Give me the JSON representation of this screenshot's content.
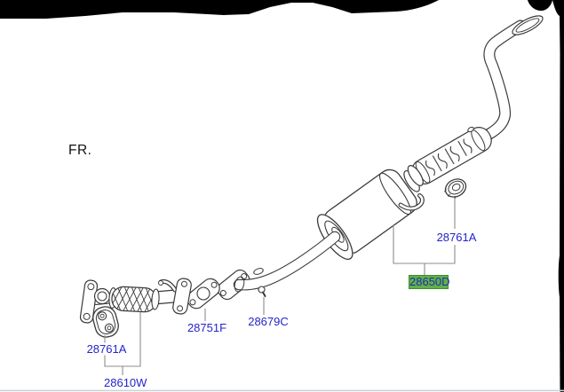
{
  "diagram": {
    "fr_label": "FR."
  },
  "callouts": [
    {
      "part_no": "28761A"
    },
    {
      "part_no": "28650D",
      "highlighted": true
    },
    {
      "part_no": "28751F"
    },
    {
      "part_no": "28679C"
    },
    {
      "part_no": "28761A"
    },
    {
      "part_no": "28610W"
    }
  ],
  "colors": {
    "label_text": "#2424cc",
    "highlight_bg": "#61b04a",
    "highlight_border": "#3f8f2e",
    "highlight_text": "#1f2fae",
    "line_art": "#3a3a3a",
    "leader_line": "#8c8c8c",
    "border_black": "#000000",
    "bottom_rule": "#ccd3d9",
    "fr_text": "#111111"
  }
}
